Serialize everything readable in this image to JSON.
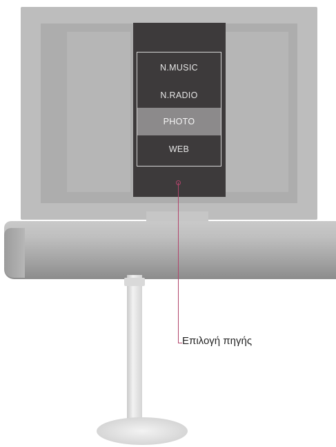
{
  "menu": {
    "items": [
      {
        "label": "N.MUSIC",
        "selected": false
      },
      {
        "label": "N.RADIO",
        "selected": false
      },
      {
        "label": "PHOTO",
        "selected": true
      },
      {
        "label": "WEB",
        "selected": false
      }
    ]
  },
  "callout": {
    "label": "Επιλογή πηγής"
  },
  "colors": {
    "callout_line": "#b1446b",
    "menu_background": "#3d3a3b",
    "menu_selected": "#8c8a8b"
  }
}
